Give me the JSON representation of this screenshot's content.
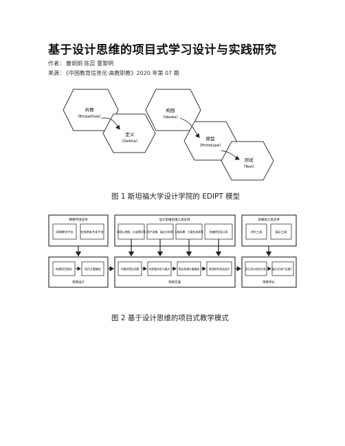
{
  "article": {
    "title": "基于设计思维的项目式学习设计与实践研究",
    "author_label": "作者：",
    "authors": "曹炯炯 陈蕊 董黎明",
    "source_label": "来源：",
    "source": "《中国教育信息化·高教职教》2020 年第 07 期"
  },
  "figure1": {
    "caption": "图 1   斯坦福大学设计学院的 EDIPT 模型",
    "nodes": [
      {
        "cn": "共情",
        "en": "（Empathize）"
      },
      {
        "cn": "定义",
        "en": "（Define）"
      },
      {
        "cn": "构想",
        "en": "（Ideate）"
      },
      {
        "cn": "原型",
        "en": "（Prototype）"
      },
      {
        "cn": "测试",
        "en": "（Test）"
      }
    ]
  },
  "figure2": {
    "caption": "图 2   基于设计思维的项目式教学模式",
    "top_groups": [
      {
        "title": "网络环境支持",
        "items": [
          "网络教学平台",
          "在线院本共享平台"
        ]
      },
      {
        "title": "设计思维思维工具支持",
        "items": [
          "同理心地图、访谈提问等",
          "用户画像、痛点分析等",
          "头脑风暴、方案比较表等",
          "快速原型设计表"
        ]
      },
      {
        "title": "多媒体工具支持",
        "items": [
          "评价工具",
          "展示工具"
        ]
      }
    ],
    "bottom_groups": [
      {
        "title": "项目设计",
        "items": [
          "构建项目团队",
          "项目主题确定"
        ]
      },
      {
        "title": "项目实施",
        "items": [
          "共情并提出问题",
          "信息整合定义痛点",
          "提出构想方案确定",
          "原型制作测试迭代"
        ]
      },
      {
        "title": "项目评价",
        "items": [
          "多元评价综合分析",
          "展示交流产品推广"
        ]
      }
    ]
  }
}
